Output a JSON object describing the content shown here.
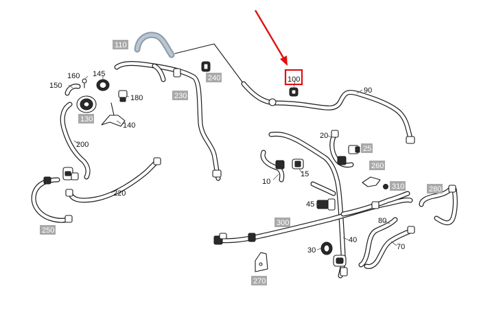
{
  "diagram": {
    "highlight_color": "#e01010",
    "tag_color": "#a9a9a9",
    "highlighted_part": "100",
    "plain_labels": [
      "160",
      "145",
      "150",
      "180",
      "140",
      "200",
      "220",
      "90",
      "20",
      "10",
      "15",
      "45",
      "80",
      "70",
      "40",
      "30",
      "100"
    ],
    "tag_labels": [
      "110",
      "240",
      "230",
      "130",
      "250",
      "25",
      "260",
      "310",
      "280",
      "300",
      "270"
    ]
  }
}
